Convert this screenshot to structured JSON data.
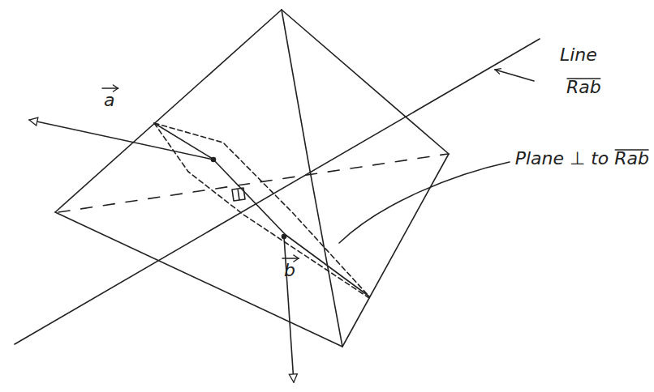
{
  "diagram": {
    "labels": [
      "a",
      "b",
      "Line",
      "Rab",
      "Plane ⊥ to Rab"
    ]
  }
}
